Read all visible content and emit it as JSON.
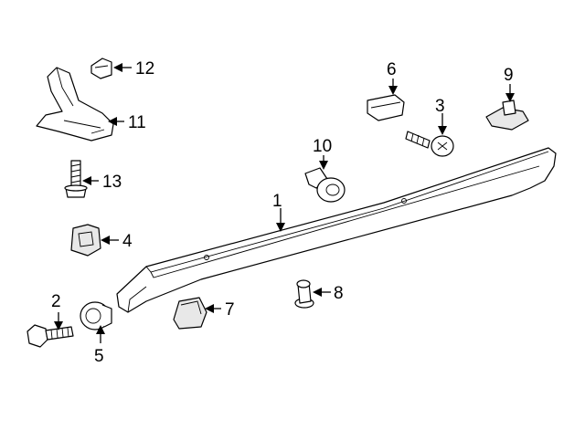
{
  "callouts": {
    "c1": "1",
    "c2": "2",
    "c3": "3",
    "c4": "4",
    "c5": "5",
    "c6": "6",
    "c7": "7",
    "c8": "8",
    "c9": "9",
    "c10": "10",
    "c11": "11",
    "c12": "12",
    "c13": "13"
  },
  "colors": {
    "line": "#000000",
    "background": "#ffffff",
    "fill": "#ffffff",
    "shade": "#e8e8e8"
  }
}
